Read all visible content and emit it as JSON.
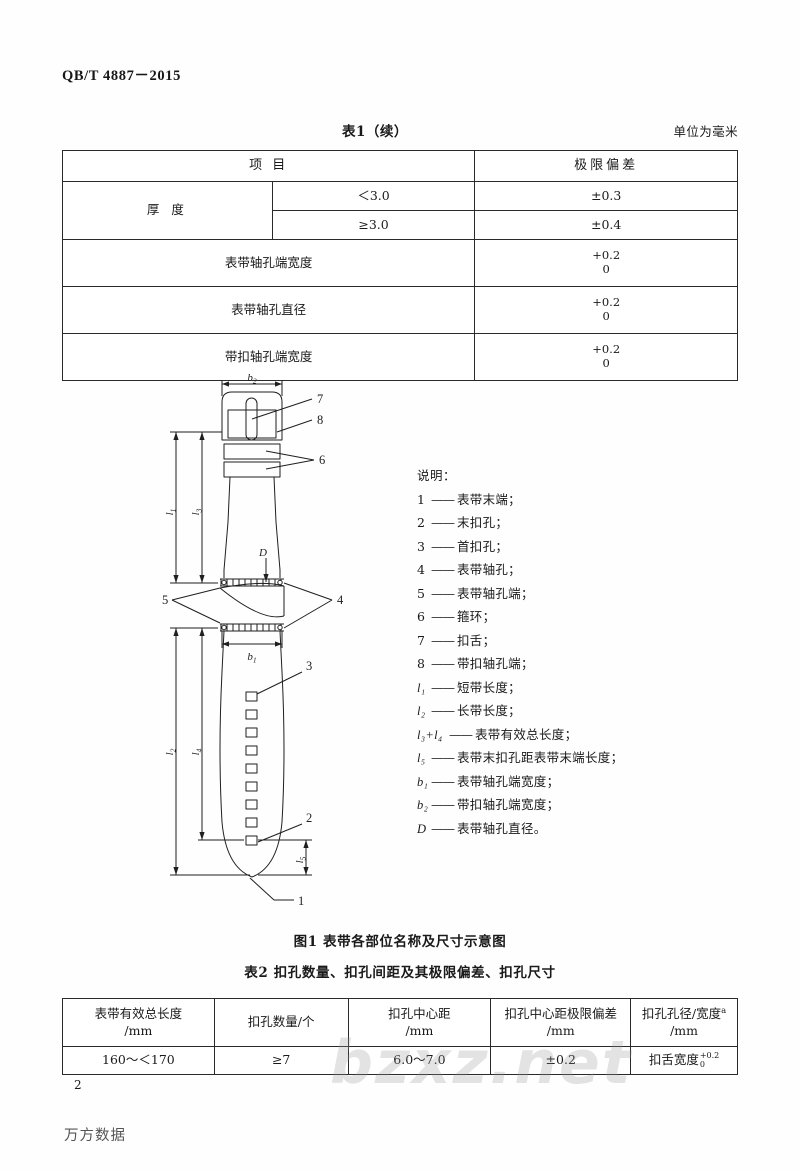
{
  "document": {
    "standard_number": "QB/T 4887－2015",
    "page_number": "2",
    "footer_source": "万方数据",
    "watermark": "bzxz.net"
  },
  "table1": {
    "title": "表1（续）",
    "unit_note": "单位为毫米",
    "headers": {
      "item": "项  目",
      "tolerance": "极限偏差"
    },
    "rows": [
      {
        "item": "厚  度",
        "sub": "＜3.0",
        "tolerance": "±0.3"
      },
      {
        "item": "厚  度",
        "sub": "≥3.0",
        "tolerance": "±0.4"
      },
      {
        "item": "表带轴孔端宽度",
        "tol_upper": "+0.2",
        "tol_lower": "0"
      },
      {
        "item": "表带轴孔直径",
        "tol_upper": "+0.2",
        "tol_lower": "0"
      },
      {
        "item": "带扣轴孔端宽度",
        "tol_upper": "+0.2",
        "tol_lower": "0"
      }
    ]
  },
  "figure": {
    "caption": "图1   表带各部位名称及尺寸示意图",
    "legend_title": "说明：",
    "legend": [
      {
        "key": "1",
        "italic": false,
        "text": "表带末端；"
      },
      {
        "key": "2",
        "italic": false,
        "text": "末扣孔；"
      },
      {
        "key": "3",
        "italic": false,
        "text": "首扣孔；"
      },
      {
        "key": "4",
        "italic": false,
        "text": "表带轴孔；"
      },
      {
        "key": "5",
        "italic": false,
        "text": "表带轴孔端；"
      },
      {
        "key": "6",
        "italic": false,
        "text": "箍环；"
      },
      {
        "key": "7",
        "italic": false,
        "text": "扣舌；"
      },
      {
        "key": "8",
        "italic": false,
        "text": "带扣轴孔端；"
      },
      {
        "key": "l₁",
        "italic": true,
        "text": "短带长度；"
      },
      {
        "key": "l₂",
        "italic": true,
        "text": "长带长度；"
      },
      {
        "key": "l₃+l₄",
        "italic": true,
        "text": "表带有效总长度；"
      },
      {
        "key": "l₅",
        "italic": true,
        "text": "表带末扣孔距表带末端长度；"
      },
      {
        "key": "b₁",
        "italic": true,
        "text": "表带轴孔端宽度；"
      },
      {
        "key": "b₂",
        "italic": true,
        "text": "带扣轴孔端宽度；"
      },
      {
        "key": "D",
        "italic": true,
        "text": "表带轴孔直径。"
      }
    ],
    "callouts": [
      "1",
      "2",
      "3",
      "4",
      "5",
      "6",
      "7",
      "8"
    ],
    "dimension_labels": [
      "b₂",
      "b₁",
      "D",
      "l₁",
      "l₂",
      "l₃",
      "l₄",
      "l₅"
    ],
    "hole_count": 9
  },
  "table2": {
    "title": "表2   扣孔数量、扣孔间距及其极限偏差、扣孔尺寸",
    "headers": [
      {
        "line1": "表带有效总长度",
        "line2": "/mm",
        "sup": ""
      },
      {
        "line1": "扣孔数量/个",
        "line2": "",
        "sup": ""
      },
      {
        "line1": "扣孔中心距",
        "line2": "/mm",
        "sup": ""
      },
      {
        "line1": "扣孔中心距极限偏差",
        "line2": "/mm",
        "sup": ""
      },
      {
        "line1": "扣孔孔径/宽度",
        "line2": "/mm",
        "sup": "a"
      }
    ],
    "rows": [
      {
        "total_length": "160～＜170",
        "hole_count": "≥7",
        "center_distance": "6.0～7.0",
        "center_tolerance": "±0.2",
        "hole_size_label": "扣舌宽度",
        "hole_size_upper": "+0.2",
        "hole_size_lower": "0"
      }
    ]
  }
}
